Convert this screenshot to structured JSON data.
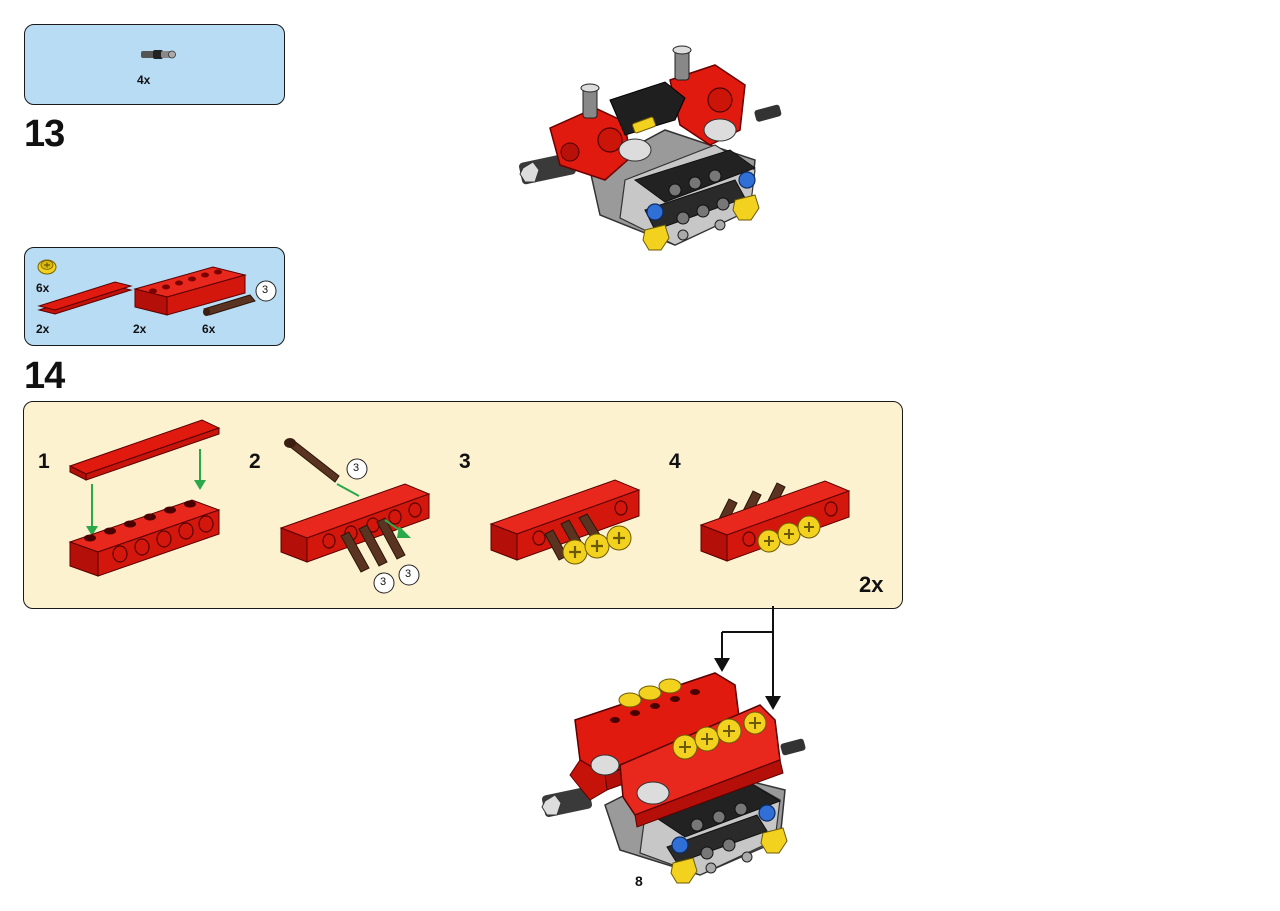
{
  "step13": {
    "number": "13",
    "parts": [
      {
        "name": "connector-axle-pin",
        "qty": "4x"
      }
    ]
  },
  "step14": {
    "number": "14",
    "parts": [
      {
        "name": "round-plate-yellow",
        "qty": "6x"
      },
      {
        "name": "red-plate-1x6",
        "qty": "2x"
      },
      {
        "name": "red-technic-brick-1x6",
        "qty": "2x"
      },
      {
        "name": "brown-axle-3",
        "qty": "6x",
        "length": "3"
      }
    ],
    "substeps": [
      {
        "label": "1"
      },
      {
        "label": "2",
        "length_callouts": [
          "3",
          "3",
          "3"
        ]
      },
      {
        "label": "3"
      },
      {
        "label": "4"
      }
    ],
    "multiplier": "2x"
  },
  "page": {
    "number": "8"
  },
  "colors": {
    "parts_box": "#b9dcf5",
    "substep_box": "#fdf2cf",
    "brick_red": "#e01a0f",
    "axle_brown": "#5a3420",
    "yellow": "#f2d21e",
    "blue": "#2f6fd6",
    "guide_green": "#2aa84a"
  }
}
